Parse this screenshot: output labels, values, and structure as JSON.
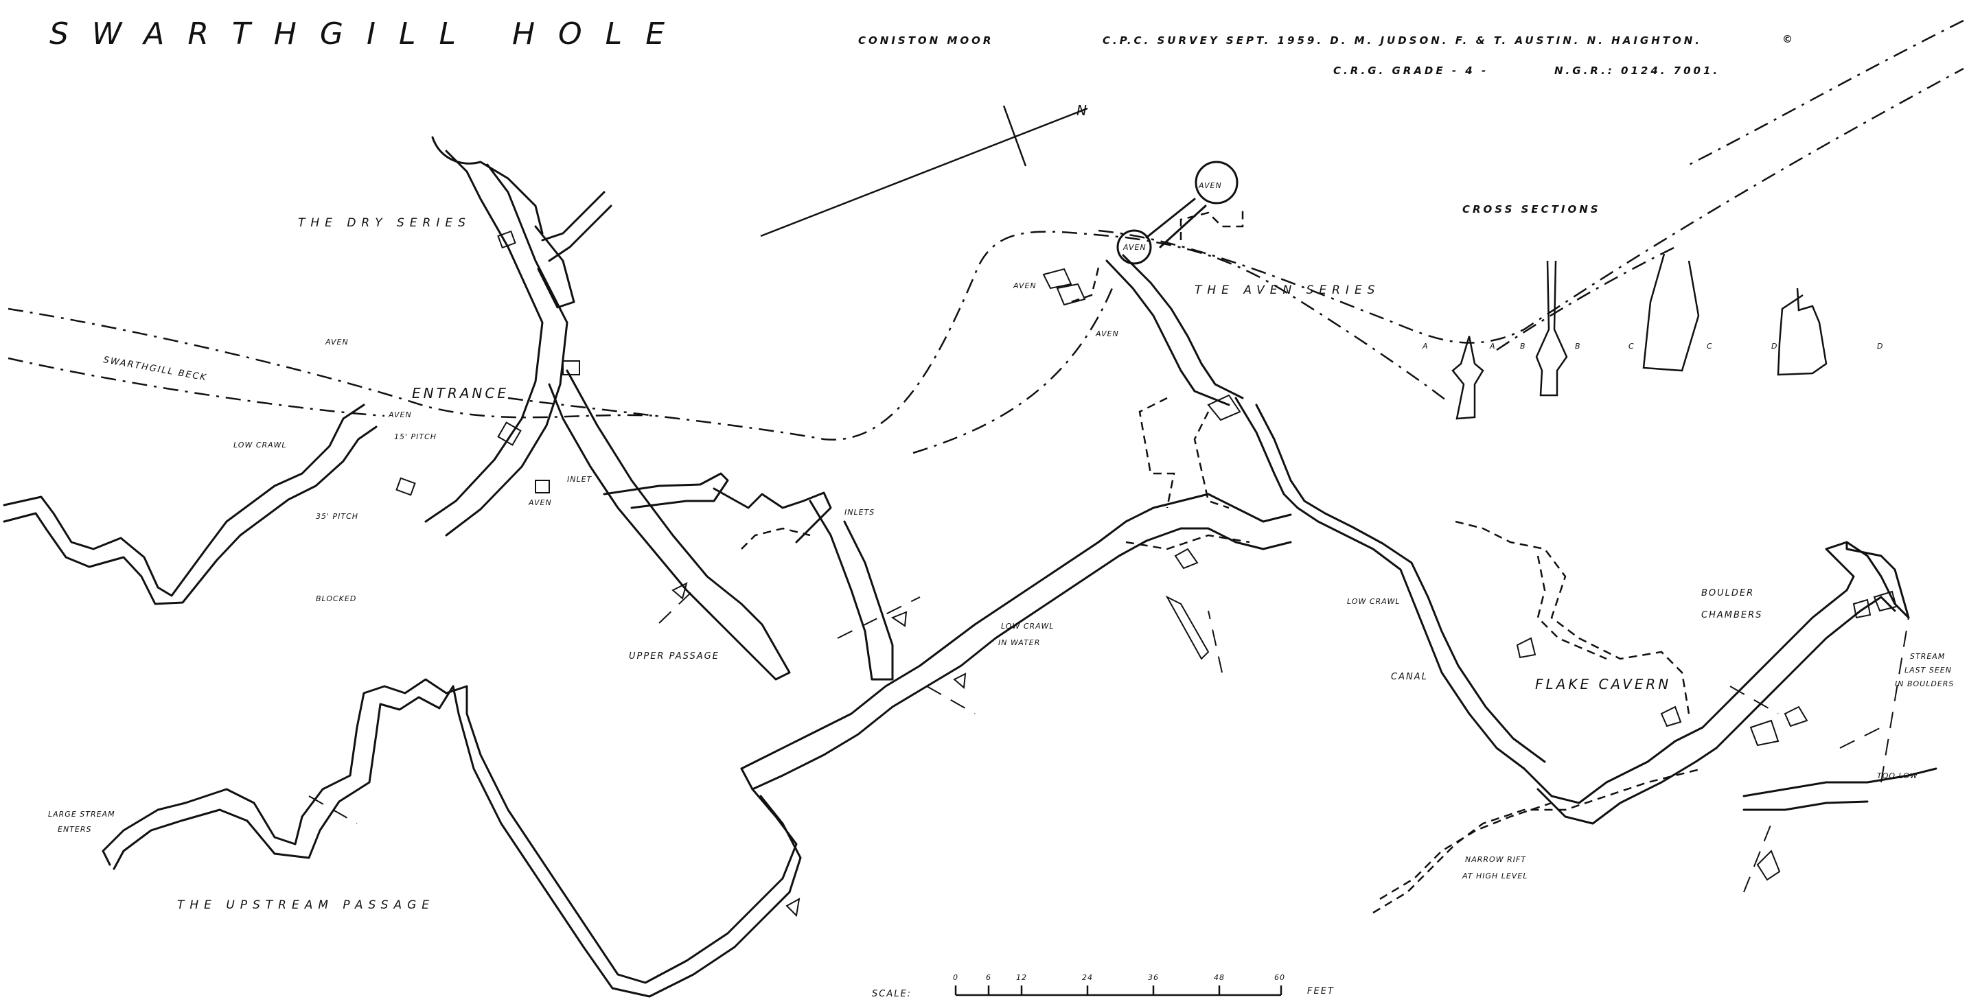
{
  "map": {
    "title": "SWARTHGILL      HOLE",
    "area": "CONISTON MOOR",
    "survey": "C.P.C. SURVEY  SEPT. 1959.   D. M. JUDSON.   F. & T. AUSTIN.   N. HAIGHTON.",
    "copyright": "©",
    "grade": "C.R.G. GRADE - 4 -",
    "ngr": "N.G.R.: 0124. 7001.",
    "north_label": "N",
    "labels": {
      "dry_series": "THE DRY SERIES",
      "beck": "SWARTHGILL BECK",
      "entrance": "ENTRANCE",
      "aven": "AVEN",
      "low_crawl": "LOW CRAWL",
      "pitch15": "15' PITCH",
      "pitch35": "35' PITCH",
      "inlet": "INLET",
      "inlets": "INLETS",
      "blocked": "BLOCKED",
      "upper_passage": "UPPER PASSAGE",
      "low_crawl_water_1": "LOW CRAWL",
      "low_crawl_water_2": "IN WATER",
      "aven_series": "THE AVEN SERIES",
      "cross_sections": "CROSS  SECTIONS",
      "canal": "CANAL",
      "flake_cavern": "FLAKE CAVERN",
      "boulder_1": "BOULDER",
      "boulder_2": "CHAMBERS",
      "stream_1": "STREAM",
      "stream_2": "LAST SEEN",
      "stream_3": "IN BOULDERS",
      "too_low": "TOO LOW",
      "rift_1": "NARROW RIFT",
      "rift_2": "AT HIGH LEVEL",
      "large_stream_1": "LARGE STREAM",
      "large_stream_2": "ENTERS",
      "upstream": "THE UPSTREAM PASSAGE"
    },
    "section_letters": [
      "A",
      "B",
      "C",
      "D"
    ],
    "scale": {
      "label": "SCALE:",
      "ticks": [
        "0",
        "6",
        "12",
        "24",
        "36",
        "48",
        "60"
      ],
      "unit": "FEET"
    }
  }
}
